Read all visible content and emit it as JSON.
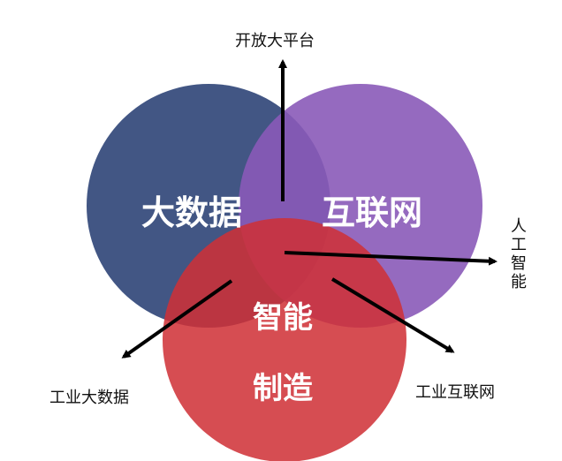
{
  "diagram": {
    "circles": [
      {
        "id": "big-data",
        "label": "大数据",
        "color": "#34497b"
      },
      {
        "id": "internet",
        "label": "互联网",
        "color": "#8a5ab8"
      },
      {
        "id": "smart-manufacturing",
        "label_line1": "智能",
        "label_line2": "制造",
        "color": "#cf3035"
      }
    ],
    "arrows": [
      {
        "id": "open-platform",
        "label": "开放大平台"
      },
      {
        "id": "ai",
        "label_chars": [
          "人",
          "工",
          "智",
          "能"
        ]
      },
      {
        "id": "industrial-big-data",
        "label": "工业大数据"
      },
      {
        "id": "industrial-internet",
        "label": "工业互联网"
      }
    ],
    "arrow_color": "#000000"
  }
}
